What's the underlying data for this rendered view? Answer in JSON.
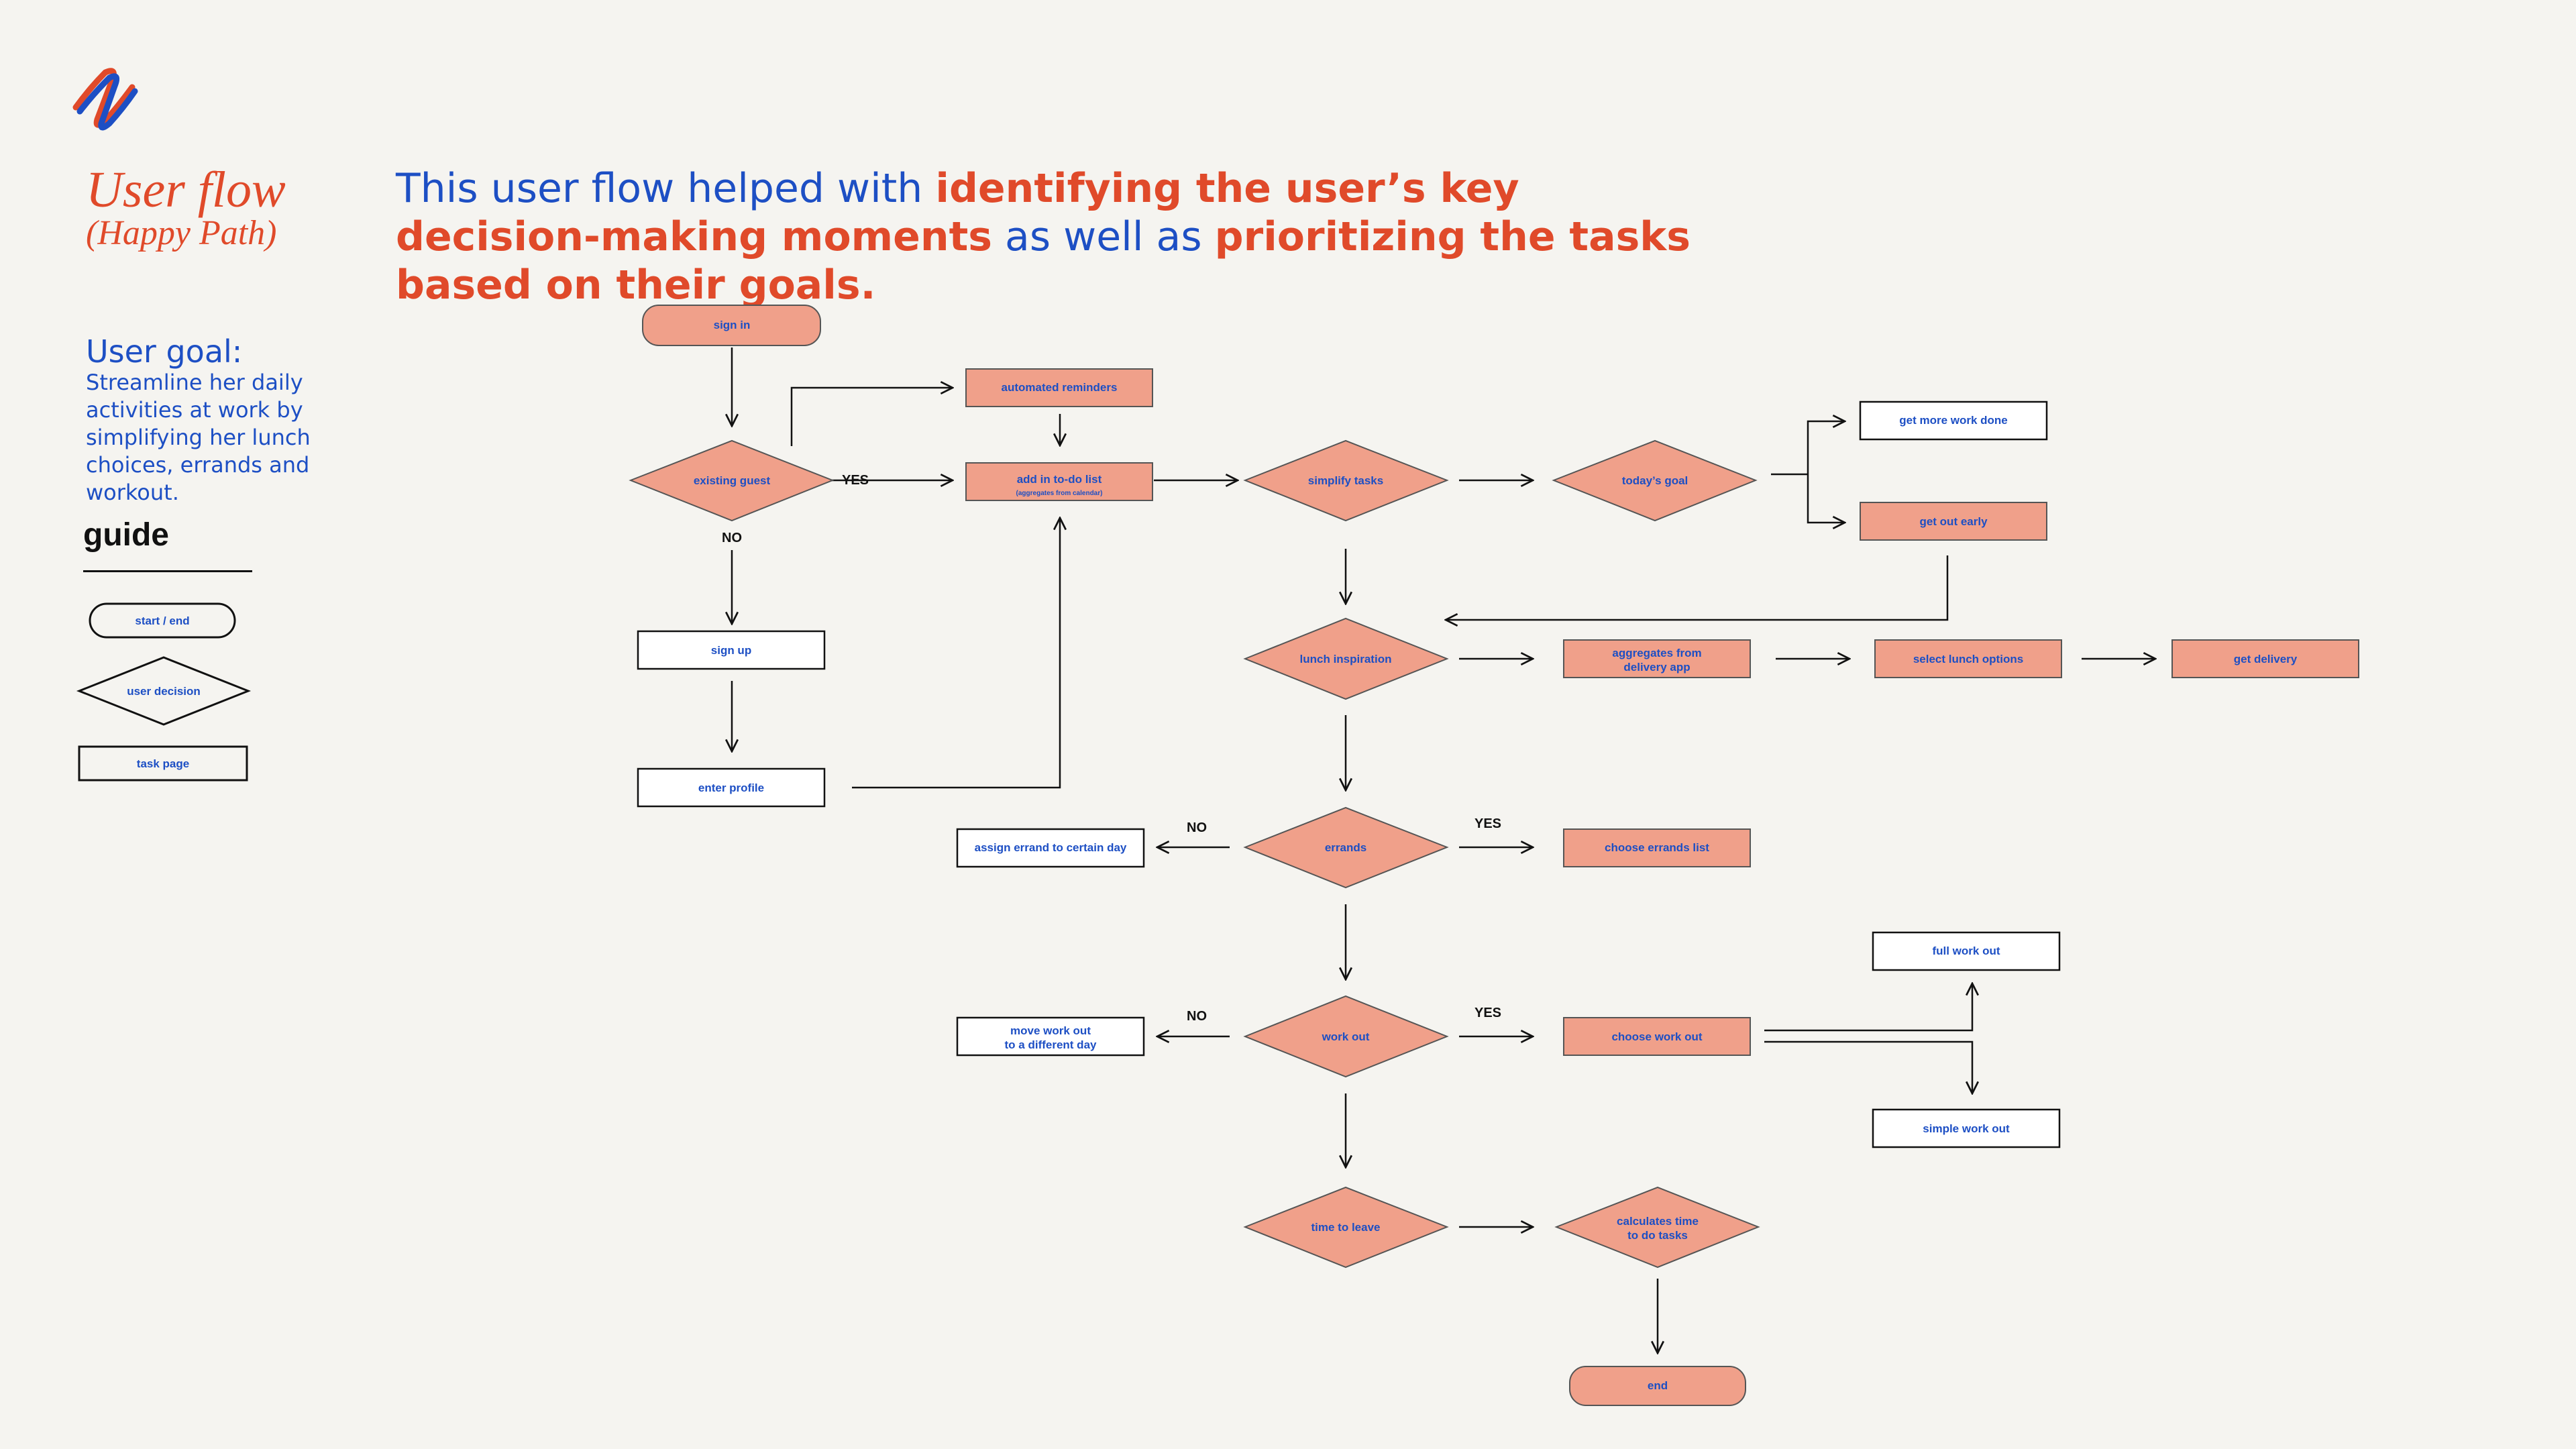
{
  "header": {
    "title": "User flow",
    "subtitle": "(Happy Path)",
    "headline_1": "This user flow helped with ",
    "headline_2": "identifying the user’s key decision-making moments",
    "headline_3": " as well as ",
    "headline_4": "prioritizing the tasks based on their goals."
  },
  "goal": {
    "label": "User goal:",
    "text": "Streamline her daily activities at work by simplifying her lunch choices, errands and workout."
  },
  "guide": {
    "label": "guide",
    "start_end": "start / end",
    "decision": "user decision",
    "task": "task page"
  },
  "flow": {
    "sign_in": "sign in",
    "existing_guest": "existing guest",
    "automated_reminders": "automated reminders",
    "add_todo": "add in to-do list",
    "add_todo_sub": "(aggregates from calendar)",
    "simplify_tasks": "simplify tasks",
    "todays_goal": "today’s goal",
    "get_more_work": "get more work done",
    "get_out_early": "get out early",
    "sign_up": "sign up",
    "enter_profile": "enter profile",
    "lunch_inspiration": "lunch inspiration",
    "aggregates_delivery_1": "aggregates from",
    "aggregates_delivery_2": "delivery app",
    "select_lunch": "select lunch options",
    "get_delivery": "get delivery",
    "errands": "errands",
    "assign_errand": "assign errand to certain day",
    "choose_errands": "choose errands list",
    "work_out": "work out",
    "move_workout_1": "move work out",
    "move_workout_2": "to a different day",
    "choose_workout": "choose work out",
    "full_workout": "full work out",
    "simple_workout": "simple work out",
    "time_to_leave": "time to leave",
    "calc_time_1": "calculates time",
    "calc_time_2": "to do tasks",
    "end": "end",
    "yes": "YES",
    "no": "NO"
  },
  "colors": {
    "accent_red": "#e04a2a",
    "accent_blue": "#1d4fc4",
    "node_fill": "#f0a08a",
    "background": "#f5f4f0"
  }
}
